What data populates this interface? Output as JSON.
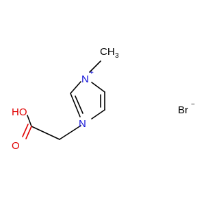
{
  "molecule": {
    "labels": {
      "methyl": "CH",
      "methyl_subscript": "3",
      "n_plus": "N",
      "plus_charge": "+",
      "n_ring": "N",
      "hydroxyl": "HO",
      "carbonyl_o": "O",
      "bromide": "Br",
      "minus_charge": "−"
    },
    "colors": {
      "carbon": "#000000",
      "nitrogen": "#1010d8",
      "oxygen": "#e00000",
      "bromine": "#000000"
    }
  }
}
